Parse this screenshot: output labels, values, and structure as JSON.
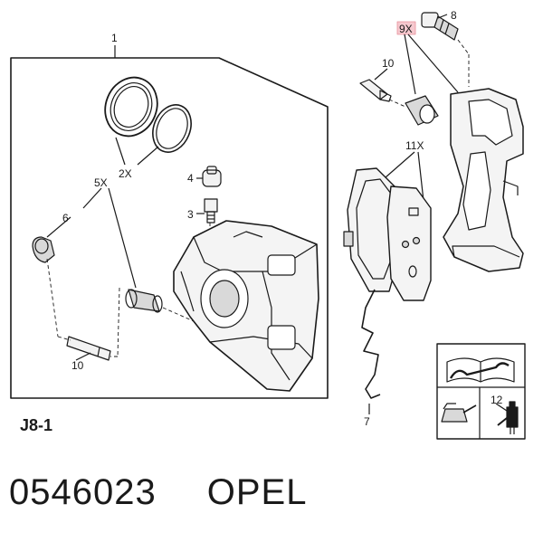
{
  "callouts": {
    "c1": "1",
    "c2": "2X",
    "c3": "3",
    "c4": "4",
    "c5": "5X",
    "c6": "6",
    "c7": "7",
    "c8": "8",
    "c9": "9X",
    "c10a": "10",
    "c10b": "10",
    "c11": "11X",
    "c12": "12"
  },
  "diagram_ref": "J8-1",
  "part_number": "0546023",
  "brand": "OPEL",
  "colors": {
    "line": "#1a1a1a",
    "highlight": "#e8909a",
    "shade": "#d9d9d9"
  },
  "icons": [
    "manual-book-wrench-icon",
    "oil-can-icon",
    "grease-tube-icon"
  ]
}
